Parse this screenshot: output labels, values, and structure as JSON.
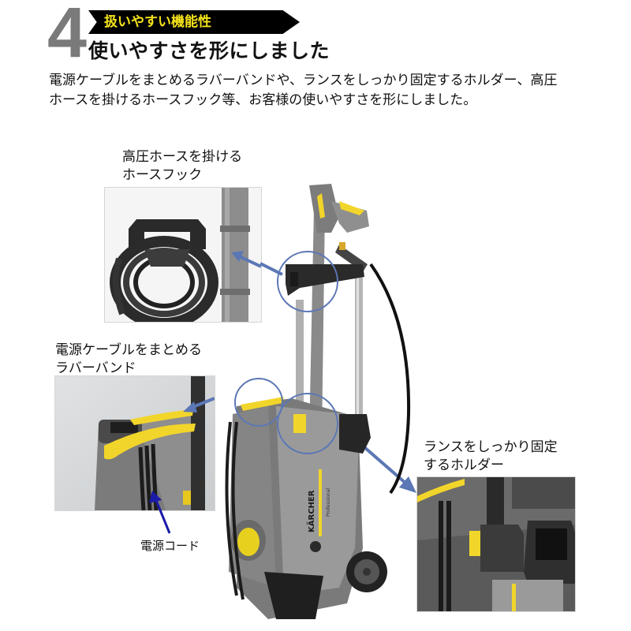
{
  "header": {
    "number": "4",
    "banner": "扱いやすい機能性",
    "headline": "使いやすさを形にしました",
    "description_line1": "電源ケーブルをまとめるラバーバンドや、ランスをしっかり固定するホルダー、高圧",
    "description_line2": "ホースを掛けるホースフック等、お客様の使いやすさを形にしました。"
  },
  "callouts": {
    "hose_hook": {
      "line1": "高圧ホースを掛ける",
      "line2": "ホースフック"
    },
    "rubber_band": {
      "line1": "電源ケーブルをまとめる",
      "line2": "ラバーバンド",
      "sub_label": "電源コード"
    },
    "lance_holder": {
      "line1": "ランスをしっかり固定",
      "line2": "するホルダー"
    }
  },
  "product": {
    "brand": "KÄRCHER",
    "sub_brand": "Professional"
  },
  "colors": {
    "accent_yellow": "#f5e31a",
    "banner_black": "#000000",
    "number_gray": "#7a7a7a",
    "callout_blue": "#5b77b5",
    "power_cord_arrow": "#1a1aa8",
    "machine_gray": "#8a8a8a"
  }
}
